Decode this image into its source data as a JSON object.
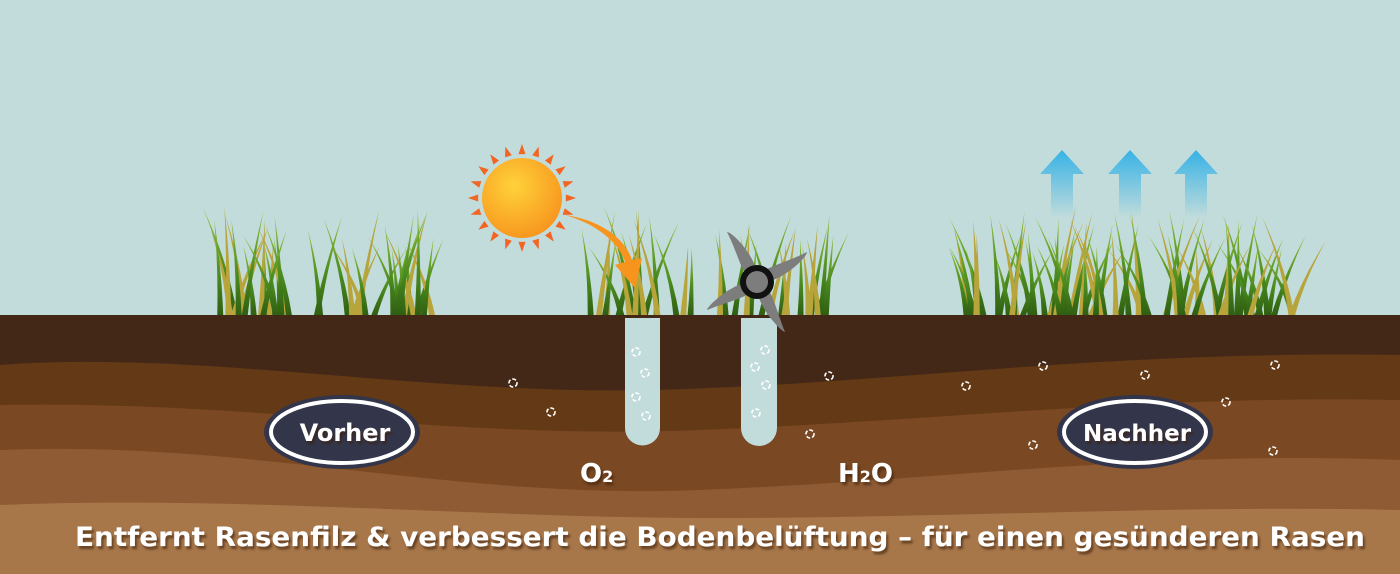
{
  "labels": {
    "before": "Vorher",
    "after": "Nachher",
    "oxygen": "O",
    "oxygen_sub": "2",
    "water_h": "H",
    "water_sub": "2",
    "water_o": "O"
  },
  "caption": "Entfernt Rasenfilz & verbessert die Bodenbelüftung – für einen gesünderen Rasen",
  "colors": {
    "sky": "#c2dcdb",
    "soil_top": "#432818",
    "soil_2": "#643915",
    "soil_3": "#7a4822",
    "soil_4": "#8e5b34",
    "soil_5": "#a7774a",
    "sun": "#f9a51a",
    "badge": "#33364a",
    "tube": "#c2dcdb",
    "arrow_up": "#3bb4e5",
    "blade": "#7d7d7d"
  }
}
